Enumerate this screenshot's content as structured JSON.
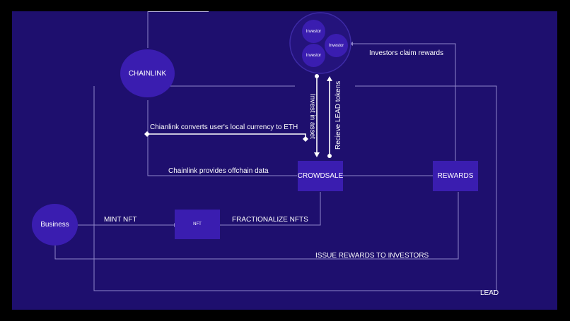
{
  "nodes": {
    "chainlink": "CHAINLINK",
    "business": "Business",
    "nft": "NFT",
    "crowdsale": "CROWDSALE",
    "rewards": "REWARDS",
    "investors": [
      "Investor",
      "Investor",
      "Investor"
    ]
  },
  "edges": {
    "converts": "Chianlink converts user's local currency to ETH",
    "offchain": "Chainlink provides offchain data",
    "mint": "MINT NFT",
    "fractionalize": "FRACTIONALIZE NFTS",
    "issue": "ISSUE REWARDS TO INVESTORS",
    "claim": "Investors claim rewards",
    "invest": "Invest in asset",
    "receive": "Recieve LEAD tokens",
    "lead": "LEAD"
  },
  "colors": {
    "background": "#1e0f6e",
    "node": "#3a1db0",
    "line": "#8f85c9",
    "text": "#ffffff"
  }
}
